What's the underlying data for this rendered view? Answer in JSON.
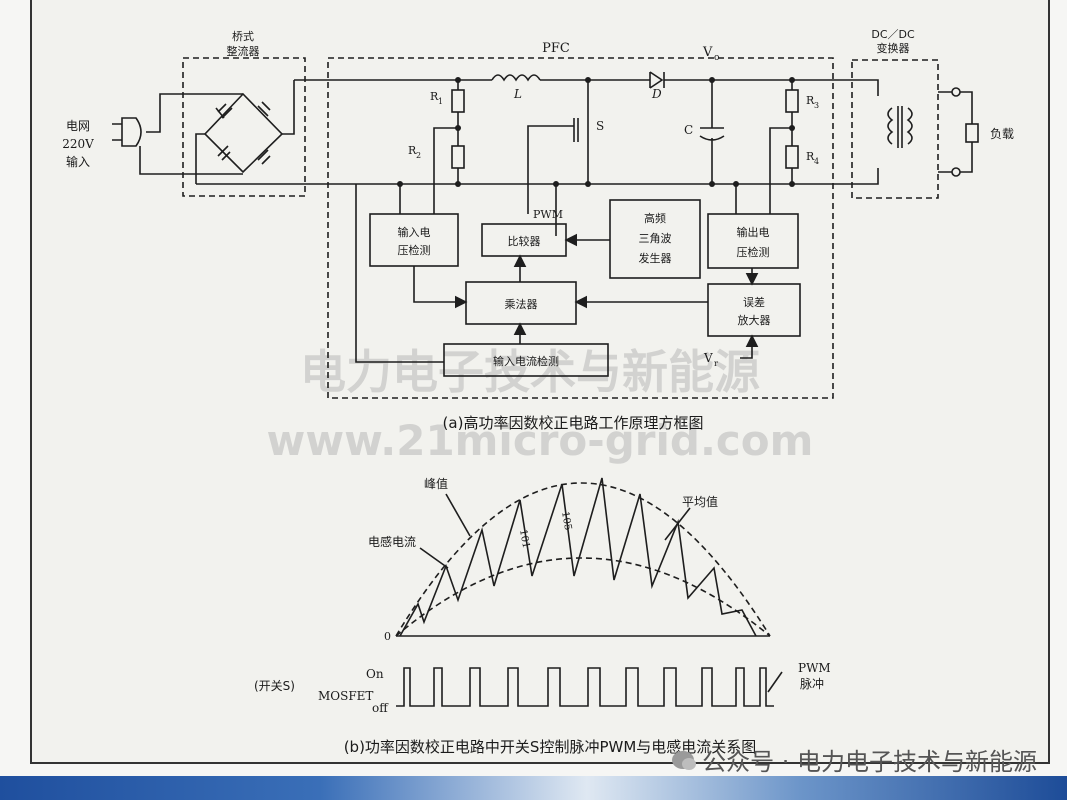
{
  "title_a": "(a)高功率因数校正电路工作原理方框图",
  "title_b": "(b)功率因数校正电路中开关S控制脉冲PWM与电感电流关系图",
  "rectifier": {
    "line1": "桥式",
    "line2": "整流器"
  },
  "grid_input": {
    "line1": "电网",
    "line2": "220V",
    "line3": "输入"
  },
  "pfc_label": "PFC",
  "vo_label": "V",
  "vo_sub": "o",
  "dcdc": {
    "line1": "DC／DC",
    "line2": "变换器"
  },
  "load_label": "负载",
  "components": {
    "L": "L",
    "D": "D",
    "S": "S",
    "C": "C",
    "R1": "R",
    "R1s": "1",
    "R2": "R",
    "R2s": "2",
    "R3": "R",
    "R3s": "3",
    "R4": "R",
    "R4s": "4"
  },
  "blocks": {
    "input_voltage_detect": {
      "line1": "输入电",
      "line2": "压检测"
    },
    "comparator": "比较器",
    "pwm": "PWM",
    "tri_gen": {
      "line1": "高频",
      "line2": "三角波",
      "line3": "发生器"
    },
    "output_voltage_detect": {
      "line1": "输出电",
      "line2": "压检测"
    },
    "multiplier": "乘法器",
    "error_amp": {
      "line1": "误差",
      "line2": "放大器"
    },
    "input_current_detect": "输入电流检测",
    "vr": "V",
    "vr_sub": "r"
  },
  "waveform": {
    "peak": "峰值",
    "average": "平均值",
    "inductor_current": "电感电流",
    "zero": "0",
    "label_101": "101",
    "label_105": "105",
    "on": "On",
    "switch_s": "(开关S)",
    "mosfet": "MOSFET",
    "off": "off",
    "pwm": "PWM",
    "pulse": "脉冲"
  },
  "watermark": {
    "line1": "电力电子技术与新能源",
    "line2": "www.21micro-grid.com"
  },
  "source_tag": "公众号 · 电力电子技术与新能源",
  "colors": {
    "line": "#1e1e1e",
    "background": "#f2f2ee",
    "banner": "#2a5ca8",
    "watermark": "#d2d2d0"
  }
}
